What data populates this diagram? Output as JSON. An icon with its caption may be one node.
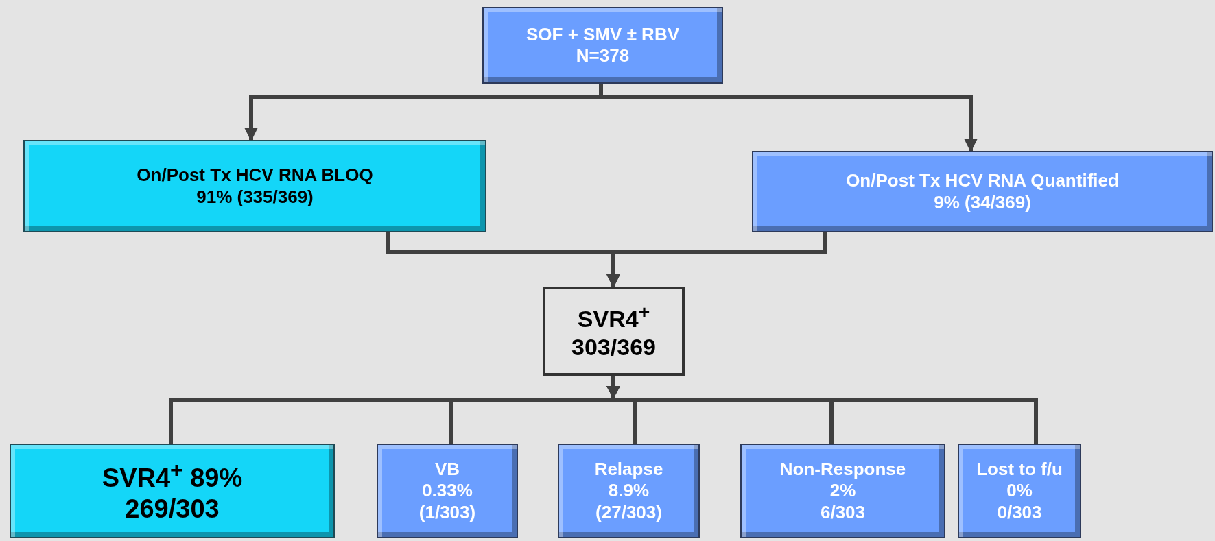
{
  "diagram": {
    "nodes": [
      {
        "text": [
          "SOF + SMV ± RBV",
          "N=378"
        ]
      },
      {
        "text": [
          "On/Post Tx HCV RNA BLOQ",
          "91% (335/369)"
        ]
      },
      {
        "text": [
          "On/Post Tx HCV RNA Quantified",
          "9% (34/369)"
        ]
      },
      {
        "text": [
          "SVR4$^{+}$",
          "303/369"
        ]
      },
      {
        "text": [
          "SVR4$^{+}$ 89%",
          "269/303"
        ]
      },
      {
        "text": [
          "VB",
          "0.33%",
          "(1/303)"
        ]
      },
      {
        "text": [
          "Relapse",
          "8.9%",
          "(27/303)"
        ]
      },
      {
        "text": [
          "Non-Response",
          "2%",
          "6/303"
        ]
      },
      {
        "text": [
          "Lost to f/u",
          "0%",
          "0/303"
        ]
      }
    ],
    "edges": [
      {
        "from": 0,
        "to": 1,
        "arrow": "to"
      },
      {
        "from": 0,
        "to": 2,
        "arrow": "to"
      },
      {
        "from": 1,
        "to": 3,
        "arrow": "to"
      },
      {
        "from": 2,
        "to": 3,
        "arrow": "to"
      },
      {
        "from": 3,
        "to": 4,
        "arrow": "to"
      },
      {
        "from": 3,
        "to": 5,
        "arrow": "to"
      },
      {
        "from": 3,
        "to": 6,
        "arrow": "to"
      },
      {
        "from": 3,
        "to": 7,
        "arrow": "to"
      },
      {
        "from": 3,
        "to": 8,
        "arrow": "to"
      }
    ]
  }
}
